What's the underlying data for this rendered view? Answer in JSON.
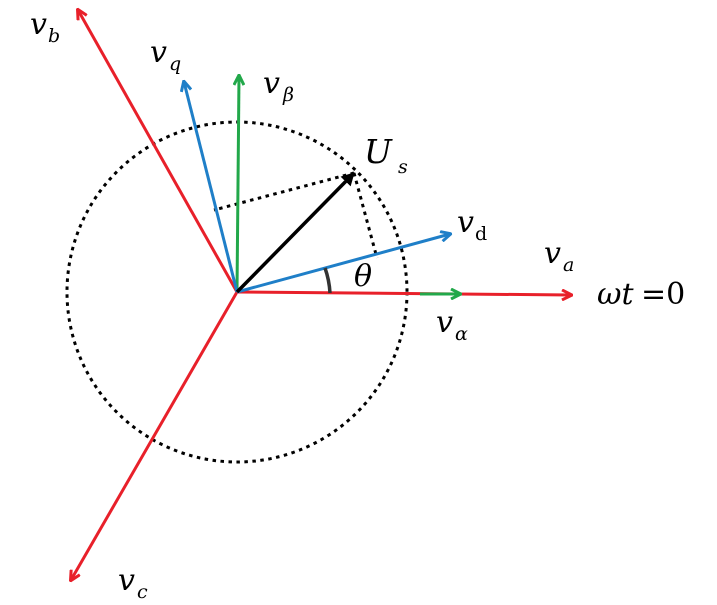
{
  "colors": {
    "abc_axes": "#e8202a",
    "dq_axes": "#1f7fc8",
    "alpha_beta_axes": "#22a84a",
    "vector": "#000000",
    "construction": "#000000"
  },
  "labels": {
    "v": "v",
    "a": "a",
    "b": "b",
    "c": "c",
    "d": "d",
    "q": "q",
    "alpha": "α",
    "beta": "β",
    "U": "U",
    "s": "s",
    "theta": "θ",
    "omega_t": "ωt",
    "equals_zero": "=0"
  }
}
